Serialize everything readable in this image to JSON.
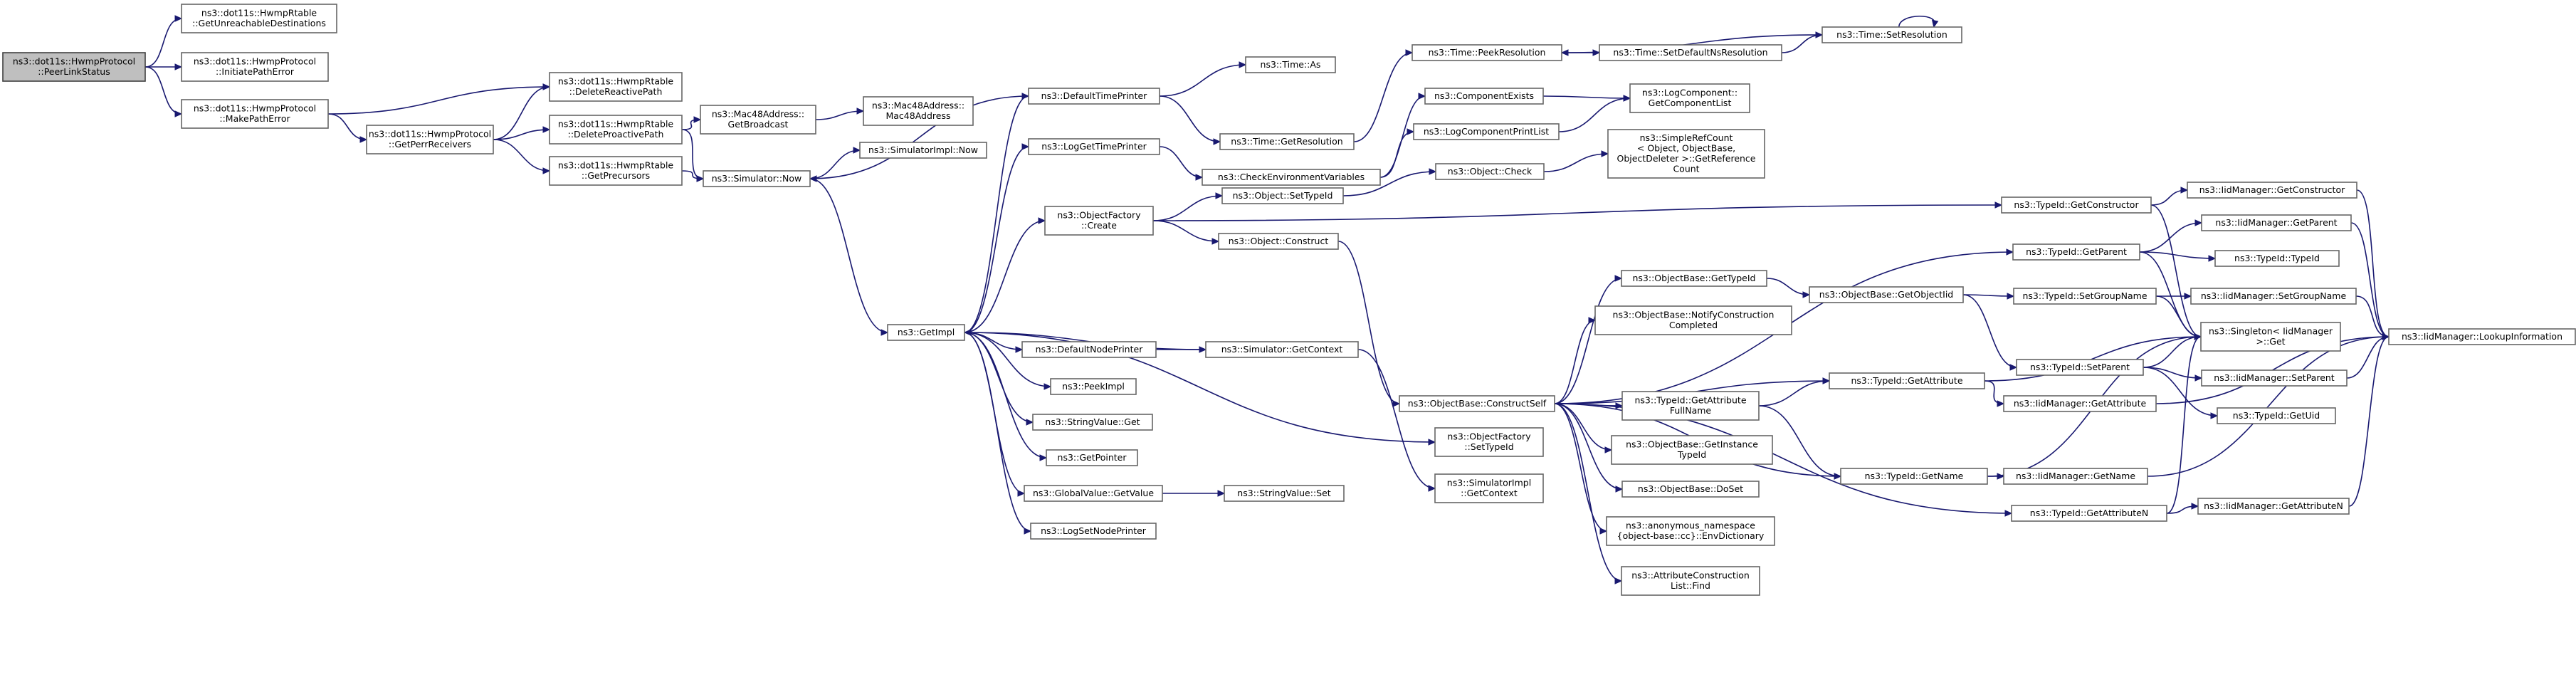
{
  "nodes": [
    {
      "id": "peer",
      "lines": [
        "ns3::dot11s::HwmpProtocol",
        "::PeerLinkStatus"
      ],
      "root": true
    },
    {
      "id": "unreach",
      "lines": [
        "ns3::dot11s::HwmpRtable",
        "::GetUnreachableDestinations"
      ]
    },
    {
      "id": "initpath",
      "lines": [
        "ns3::dot11s::HwmpProtocol",
        "::InitiatePathError"
      ]
    },
    {
      "id": "makepath",
      "lines": [
        "ns3::dot11s::HwmpProtocol",
        "::MakePathError"
      ]
    },
    {
      "id": "getperr",
      "lines": [
        "ns3::dot11s::HwmpProtocol",
        "::GetPerrReceivers"
      ]
    },
    {
      "id": "delreact",
      "lines": [
        "ns3::dot11s::HwmpRtable",
        "::DeleteReactivePath"
      ]
    },
    {
      "id": "delproact",
      "lines": [
        "ns3::dot11s::HwmpRtable",
        "::DeleteProactivePath"
      ]
    },
    {
      "id": "getprec",
      "lines": [
        "ns3::dot11s::HwmpRtable",
        "::GetPrecursors"
      ]
    },
    {
      "id": "bcast",
      "lines": [
        "ns3::Mac48Address::",
        "GetBroadcast"
      ]
    },
    {
      "id": "mac48",
      "lines": [
        "ns3::Mac48Address::",
        "Mac48Address"
      ]
    },
    {
      "id": "simnow",
      "lines": [
        "ns3::Simulator::Now"
      ]
    },
    {
      "id": "simimplnow",
      "lines": [
        "ns3::SimulatorImpl::Now"
      ]
    },
    {
      "id": "getimpl",
      "lines": [
        "ns3::GetImpl"
      ]
    },
    {
      "id": "deftime",
      "lines": [
        "ns3::DefaultTimePrinter"
      ]
    },
    {
      "id": "logtime",
      "lines": [
        "ns3::LogGetTimePrinter"
      ]
    },
    {
      "id": "objfcreate",
      "lines": [
        "ns3::ObjectFactory",
        "::Create"
      ]
    },
    {
      "id": "defnode",
      "lines": [
        "ns3::DefaultNodePrinter"
      ]
    },
    {
      "id": "peekimpl",
      "lines": [
        "ns3::PeekImpl"
      ]
    },
    {
      "id": "strget",
      "lines": [
        "ns3::StringValue::Get"
      ]
    },
    {
      "id": "getptr",
      "lines": [
        "ns3::GetPointer"
      ]
    },
    {
      "id": "gvget",
      "lines": [
        "ns3::GlobalValue::GetValue"
      ]
    },
    {
      "id": "logsetnode",
      "lines": [
        "ns3::LogSetNodePrinter"
      ]
    },
    {
      "id": "timeas",
      "lines": [
        "ns3::Time::As"
      ]
    },
    {
      "id": "timegetres",
      "lines": [
        "ns3::Time::GetResolution"
      ]
    },
    {
      "id": "checkenv",
      "lines": [
        "ns3::CheckEnvironmentVariables"
      ]
    },
    {
      "id": "objsettid",
      "lines": [
        "ns3::Object::SetTypeId"
      ]
    },
    {
      "id": "objconstruct",
      "lines": [
        "ns3::Object::Construct"
      ]
    },
    {
      "id": "simgetctx",
      "lines": [
        "ns3::Simulator::GetContext"
      ]
    },
    {
      "id": "strset",
      "lines": [
        "ns3::StringValue::Set"
      ]
    },
    {
      "id": "timepeek",
      "lines": [
        "ns3::Time::PeekResolution"
      ]
    },
    {
      "id": "timesetdef",
      "lines": [
        "ns3::Time::SetDefaultNsResolution"
      ]
    },
    {
      "id": "timesetres",
      "lines": [
        "ns3::Time::SetResolution"
      ]
    },
    {
      "id": "compexists",
      "lines": [
        "ns3::ComponentExists"
      ]
    },
    {
      "id": "logcompprint",
      "lines": [
        "ns3::LogComponentPrintList"
      ]
    },
    {
      "id": "logcompget",
      "lines": [
        "ns3::LogComponent::",
        "GetComponentList"
      ]
    },
    {
      "id": "objcheck",
      "lines": [
        "ns3::Object::Check"
      ]
    },
    {
      "id": "simpleref",
      "lines": [
        "ns3::SimpleRefCount",
        "< Object, ObjectBase,",
        " ObjectDeleter >::GetReference",
        "Count"
      ]
    },
    {
      "id": "objbaseconstruct",
      "lines": [
        "ns3::ObjectBase::ConstructSelf"
      ]
    },
    {
      "id": "objfsettid",
      "lines": [
        "ns3::ObjectFactory",
        "::SetTypeId"
      ]
    },
    {
      "id": "simimplctx",
      "lines": [
        "ns3::SimulatorImpl",
        "::GetContext"
      ]
    },
    {
      "id": "obgettid",
      "lines": [
        "ns3::ObjectBase::GetTypeId"
      ]
    },
    {
      "id": "obnotify",
      "lines": [
        "ns3::ObjectBase::NotifyConstruction",
        "Completed"
      ]
    },
    {
      "id": "tidgetattrfull",
      "lines": [
        "ns3::TypeId::GetAttribute",
        "FullName"
      ]
    },
    {
      "id": "obgetinst",
      "lines": [
        "ns3::ObjectBase::GetInstance",
        "TypeId"
      ]
    },
    {
      "id": "obdoset",
      "lines": [
        "ns3::ObjectBase::DoSet"
      ]
    },
    {
      "id": "anonenv",
      "lines": [
        "ns3::anonymous_namespace",
        "{object-base::cc}::EnvDictionary"
      ]
    },
    {
      "id": "attrfind",
      "lines": [
        "ns3::AttributeConstruction",
        "List::Find"
      ]
    },
    {
      "id": "obgetobjid",
      "lines": [
        "ns3::ObjectBase::GetObjectIid"
      ]
    },
    {
      "id": "tidgetname",
      "lines": [
        "ns3::TypeId::GetName"
      ]
    },
    {
      "id": "tidgetattr",
      "lines": [
        "ns3::TypeId::GetAttribute"
      ]
    },
    {
      "id": "tidgetattrn",
      "lines": [
        "ns3::TypeId::GetAttributeN"
      ]
    },
    {
      "id": "tidgetconst",
      "lines": [
        "ns3::TypeId::GetConstructor"
      ]
    },
    {
      "id": "tidgetparent",
      "lines": [
        "ns3::TypeId::GetParent"
      ]
    },
    {
      "id": "tidsetgroup",
      "lines": [
        "ns3::TypeId::SetGroupName"
      ]
    },
    {
      "id": "tidsetparent",
      "lines": [
        "ns3::TypeId::SetParent"
      ]
    },
    {
      "id": "singleton",
      "lines": [
        "ns3::Singleton< IidManager",
        " >::Get"
      ]
    },
    {
      "id": "iidgetattr",
      "lines": [
        "ns3::IidManager::GetAttribute"
      ]
    },
    {
      "id": "iidgetname",
      "lines": [
        "ns3::IidManager::GetName"
      ]
    },
    {
      "id": "iidgetattrn",
      "lines": [
        "ns3::IidManager::GetAttributeN"
      ]
    },
    {
      "id": "iidgetconst",
      "lines": [
        "ns3::IidManager::GetConstructor"
      ]
    },
    {
      "id": "iidgetparent",
      "lines": [
        "ns3::IidManager::GetParent"
      ]
    },
    {
      "id": "tidtypeid",
      "lines": [
        "ns3::TypeId::TypeId"
      ]
    },
    {
      "id": "iidsetgroup",
      "lines": [
        "ns3::IidManager::SetGroupName"
      ]
    },
    {
      "id": "iidsetparent",
      "lines": [
        "ns3::IidManager::SetParent"
      ]
    },
    {
      "id": "tidgetuid",
      "lines": [
        "ns3::TypeId::GetUid"
      ]
    },
    {
      "id": "iidlookup",
      "lines": [
        "ns3::IidManager::LookupInformation"
      ]
    }
  ]
}
